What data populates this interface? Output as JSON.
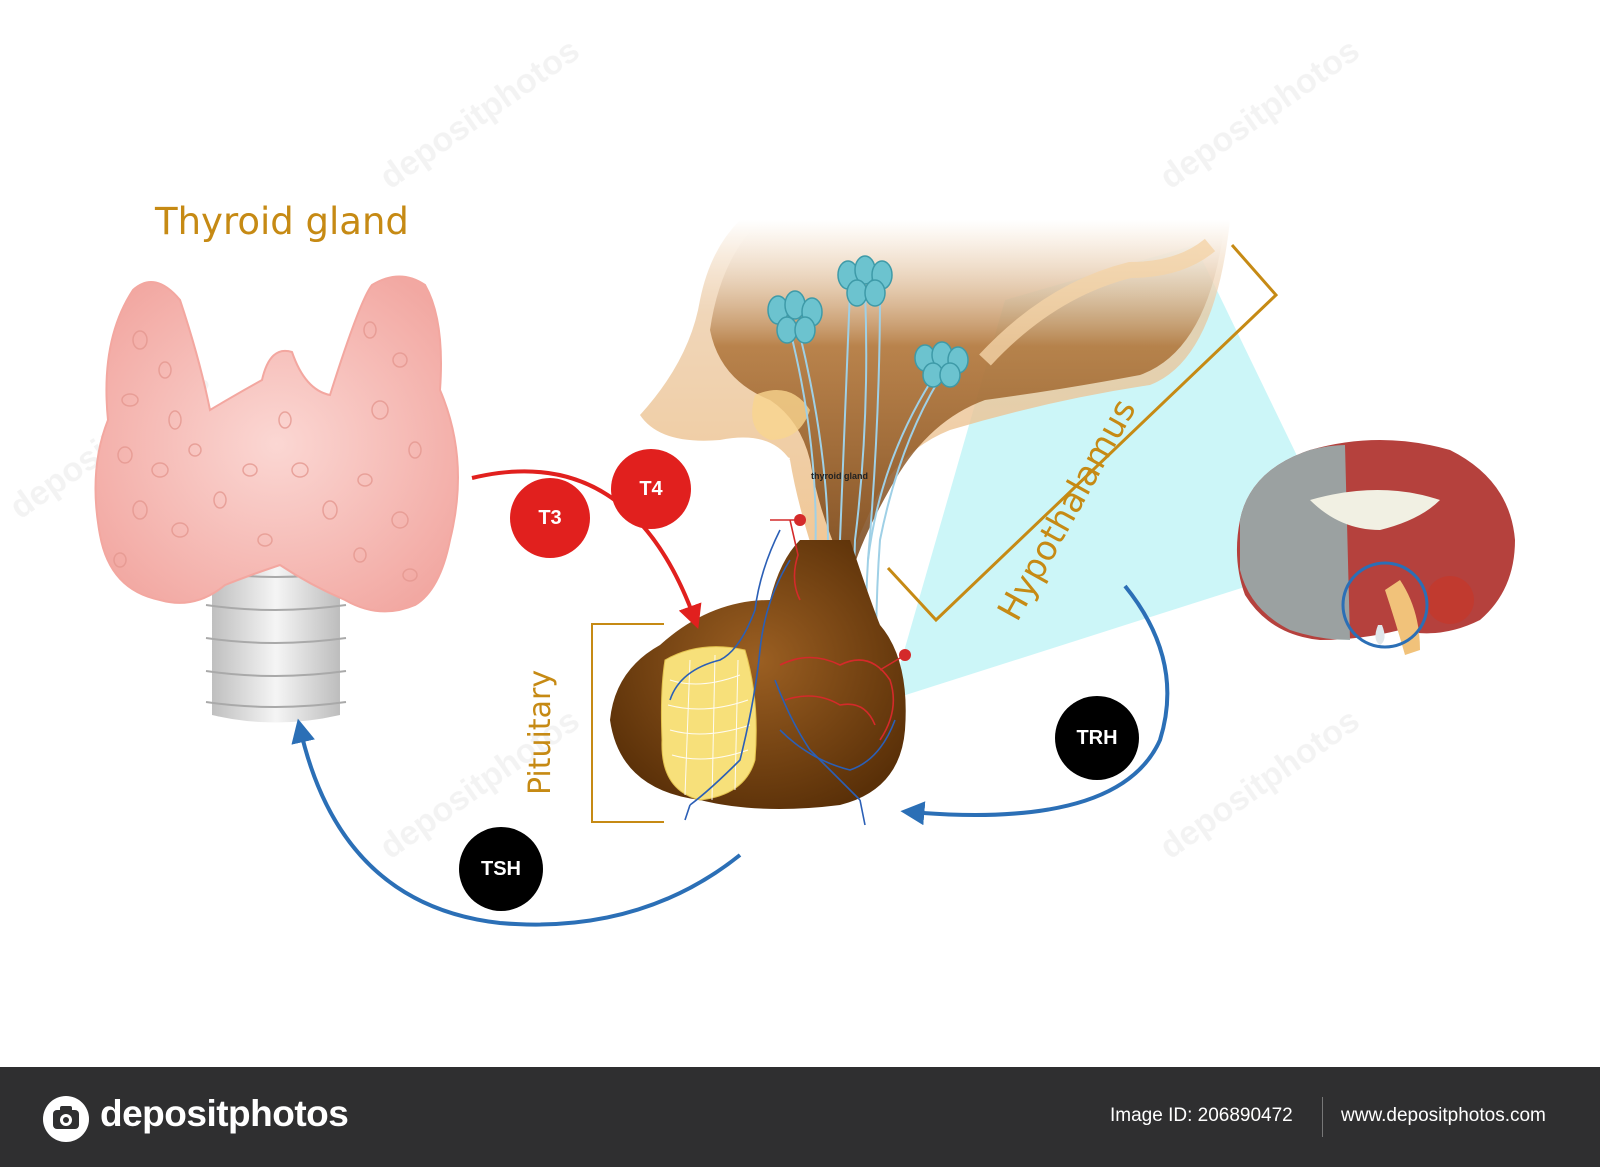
{
  "diagram": {
    "labels": {
      "thyroid_gland": "Thyroid gland",
      "pituitary": "Pituitary",
      "hypothalamus": "Hypothalamus",
      "tiny_label": "thyroid gland"
    },
    "hormones": {
      "t3": "T3",
      "t4": "T4",
      "tsh": "TSH",
      "trh": "TRH"
    },
    "colors": {
      "label": "#c68a14",
      "arrow_red": "#e1201e",
      "arrow_blue": "#2b6fb6",
      "hormone_black": "#000000",
      "thyroid_pink": "#f4b8b4",
      "highlight_cyan": "#c7f5f7"
    }
  },
  "footer": {
    "brand": "depositphotos",
    "image_id": "Image ID: 206890472",
    "site": "www.depositphotos.com"
  }
}
